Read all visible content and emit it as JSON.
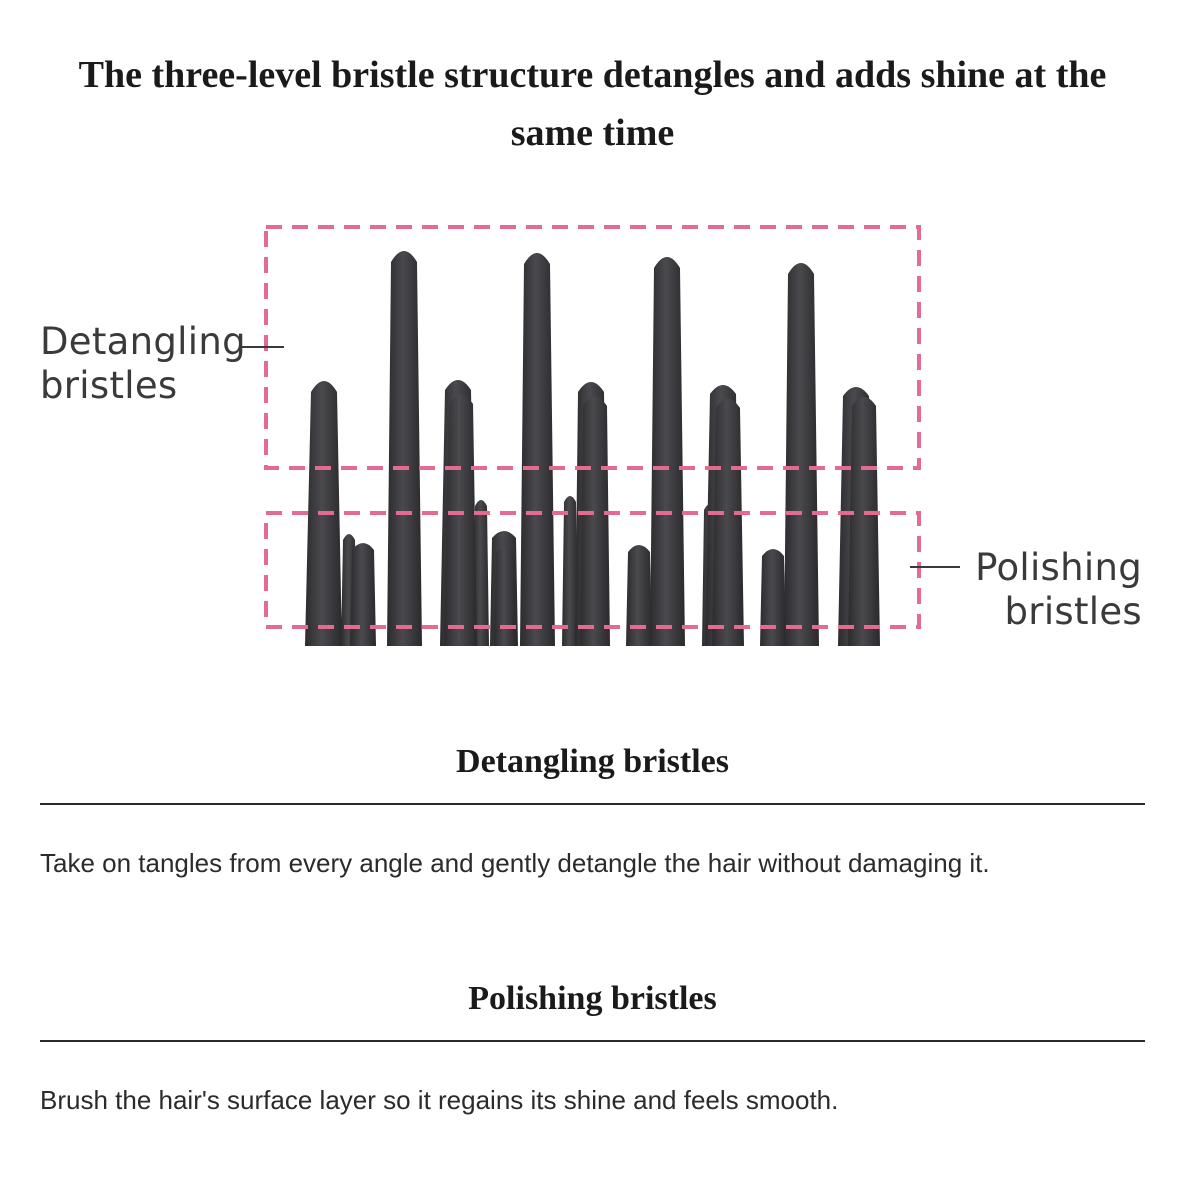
{
  "page": {
    "title": "The three-level bristle structure detangles and adds shine at the same time"
  },
  "diagram": {
    "detangling_label_line1": "Detangling",
    "detangling_label_line2": "bristles",
    "polishing_label_line1": "Polishing",
    "polishing_label_line2": "bristles",
    "box_color": "#e36b90",
    "bristle_color": "#3e3e41"
  },
  "sections": [
    {
      "heading": "Detangling bristles",
      "body": "Take on tangles from every angle and gently detangle the hair without damaging it."
    },
    {
      "heading": "Polishing bristles",
      "body": "Brush the hair's surface layer so it regains its shine and feels smooth."
    }
  ]
}
